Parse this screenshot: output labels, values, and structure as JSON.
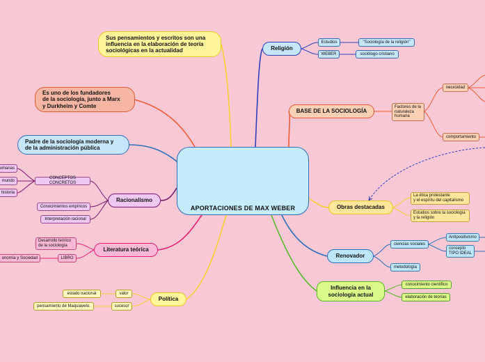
{
  "central": "APORTACIONES DE MAX WEBER",
  "topics": {
    "pensamientos": "Sus pensamientos y escritos son una\ninfluencia en la elaboración de teoría\nsociológicas en la actualidad",
    "fundadores": "Es uno de los fundadores\nde la sociología, junto a Marx\ny Durkheim y Comte",
    "padre": "Padre de la sociología moderna y\nde la administración pública",
    "racionalismo": "Racionalismo",
    "literatura": "Literatura teórica",
    "politica": "Política",
    "religion": "Religión",
    "base": "BASE DE LA SOCIOLOGÍA",
    "obras": "Obras destacadas",
    "renovador": "Renovador",
    "influencia": "Influencia en la\nsociología actual"
  },
  "racionalismo": {
    "conceptos": "CONCEPTOS CONCRETOS",
    "humanas": "humanas",
    "mundo": "mundo",
    "historia": "historia",
    "conocimientos": "Conocimientos empíricos",
    "interpretacion": "Interpretación racional"
  },
  "literatura": {
    "desarrollo": "Desarrollo teórico\nde la sociología",
    "libro": "LIBRO",
    "economia": "onomía y Sociedad"
  },
  "politica": {
    "valor": "valor",
    "estado": "estado nacional",
    "sucesor": "sucesor",
    "maquiavelo": "pensamiento de Maquiavelo."
  },
  "religion": {
    "estudios": "Estudios",
    "sociologia_religion": "\"Sociología de la religión\"",
    "weber": "WEBER",
    "sociologo": "sociólogo cristiano"
  },
  "base": {
    "factores": "Factores de la\nnaturaleza\nhumana",
    "necesidad": "necesidad",
    "comportamiento": "comportamiento"
  },
  "obras": {
    "etica": "La ética protestante\ny el espíritu del capitalismo",
    "estudios": "Estudios sobre la sociología\ny la religión"
  },
  "renovador": {
    "ciencias": "ciencias sociales",
    "antipositivismo": "Antipositivismo",
    "concepto": "concepto\nTIPO IDEAL",
    "metodologia": "metodología"
  },
  "influencia": {
    "conocimiento": "conocimiento científico",
    "elaboracion": "elaboración de teorías"
  },
  "colors": {
    "background": "#f8c8d4",
    "central": "#c6ecfb",
    "yellow": "#fff59a",
    "salmon": "#f7b6a3",
    "blue": "#c6e6fb",
    "lilac": "#eec8f0",
    "pink": "#f9b8d6",
    "peach": "#fbd0b5",
    "gold": "#ffe69a",
    "lightblue": "#bde6fb",
    "green": "#dafa8a"
  }
}
